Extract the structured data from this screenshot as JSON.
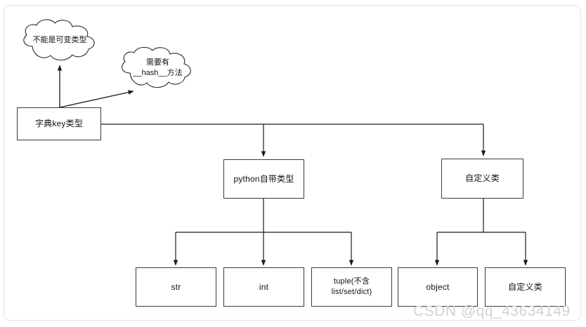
{
  "diagram": {
    "title": "字典key类型",
    "root": {
      "label": "字典key类型"
    },
    "clouds": [
      {
        "name": "immutable-note",
        "label": "不能是可变类型"
      },
      {
        "name": "hash-note",
        "label": "需要有\n__hash__方法"
      }
    ],
    "branches": [
      {
        "name": "python-builtin",
        "label": "python自带类型"
      },
      {
        "name": "custom-class",
        "label": "自定义类"
      }
    ],
    "leaves": [
      {
        "name": "str",
        "label": "str"
      },
      {
        "name": "int",
        "label": "int"
      },
      {
        "name": "tuple",
        "label": "tuple(不含\nlist/set/dict)"
      },
      {
        "name": "object",
        "label": "object"
      },
      {
        "name": "custom",
        "label": "自定义类"
      }
    ],
    "colors": {
      "stroke": "#3a3a3a",
      "text": "#111111",
      "frame": "#e3e3e3",
      "watermark": "#d2d2d2"
    }
  },
  "watermark": {
    "text": "CSDN @qq_43634149"
  }
}
